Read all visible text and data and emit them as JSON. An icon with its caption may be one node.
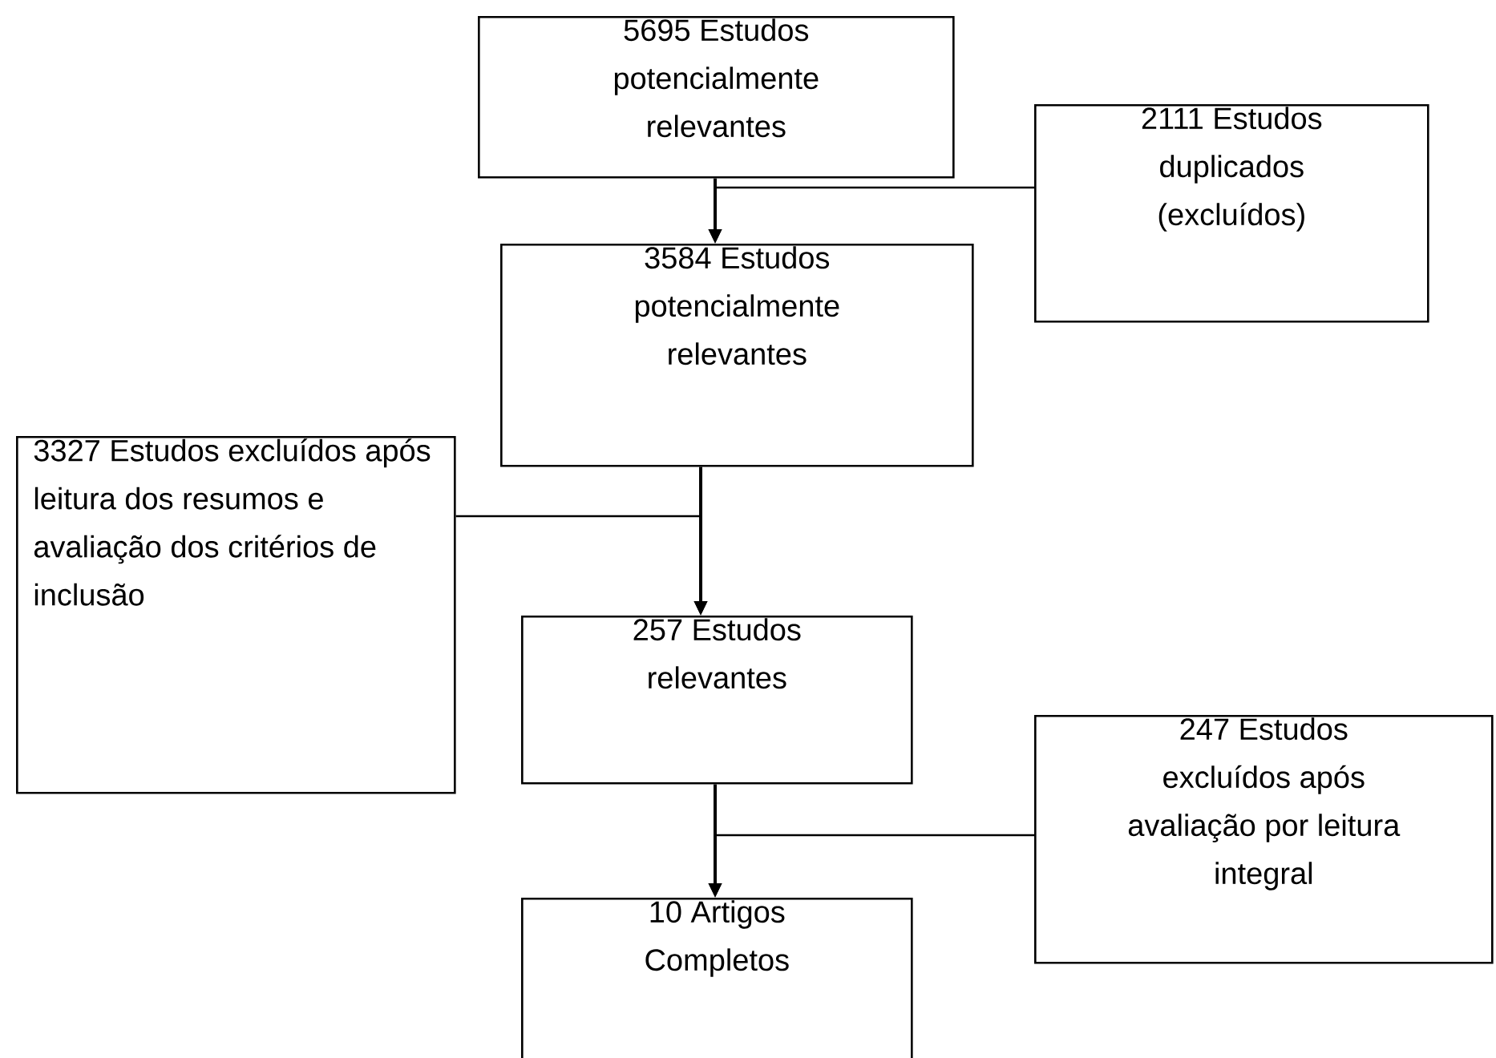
{
  "diagram": {
    "nodes": [
      {
        "text": [
          "5695 Estudos potencialmente relevantes"
        ]
      },
      {
        "text": [
          "2111 Estudos duplicados (excluídos)"
        ]
      },
      {
        "text": [
          "3584 Estudos potencialmente relevantes"
        ]
      },
      {
        "text": [
          "3327 Estudos excluídos após leitura dos resumos e avaliação dos critérios de inclusão"
        ]
      },
      {
        "text": [
          "257 Estudos relevantes"
        ]
      },
      {
        "text": [
          "247 Estudos excluídos após avaliação por leitura integral"
        ]
      },
      {
        "text": [
          "10 Artigos Completos"
        ]
      }
    ],
    "edges": [
      {
        "from": 0,
        "to": 2,
        "arrow": "to"
      },
      {
        "from": 1,
        "to": 2,
        "arrow": "to"
      },
      {
        "from": 2,
        "to": 4,
        "arrow": "to"
      },
      {
        "from": 3,
        "to": 4,
        "arrow": "to"
      },
      {
        "from": 4,
        "to": 6,
        "arrow": "to"
      },
      {
        "from": 5,
        "to": 6,
        "arrow": "to"
      }
    ]
  }
}
